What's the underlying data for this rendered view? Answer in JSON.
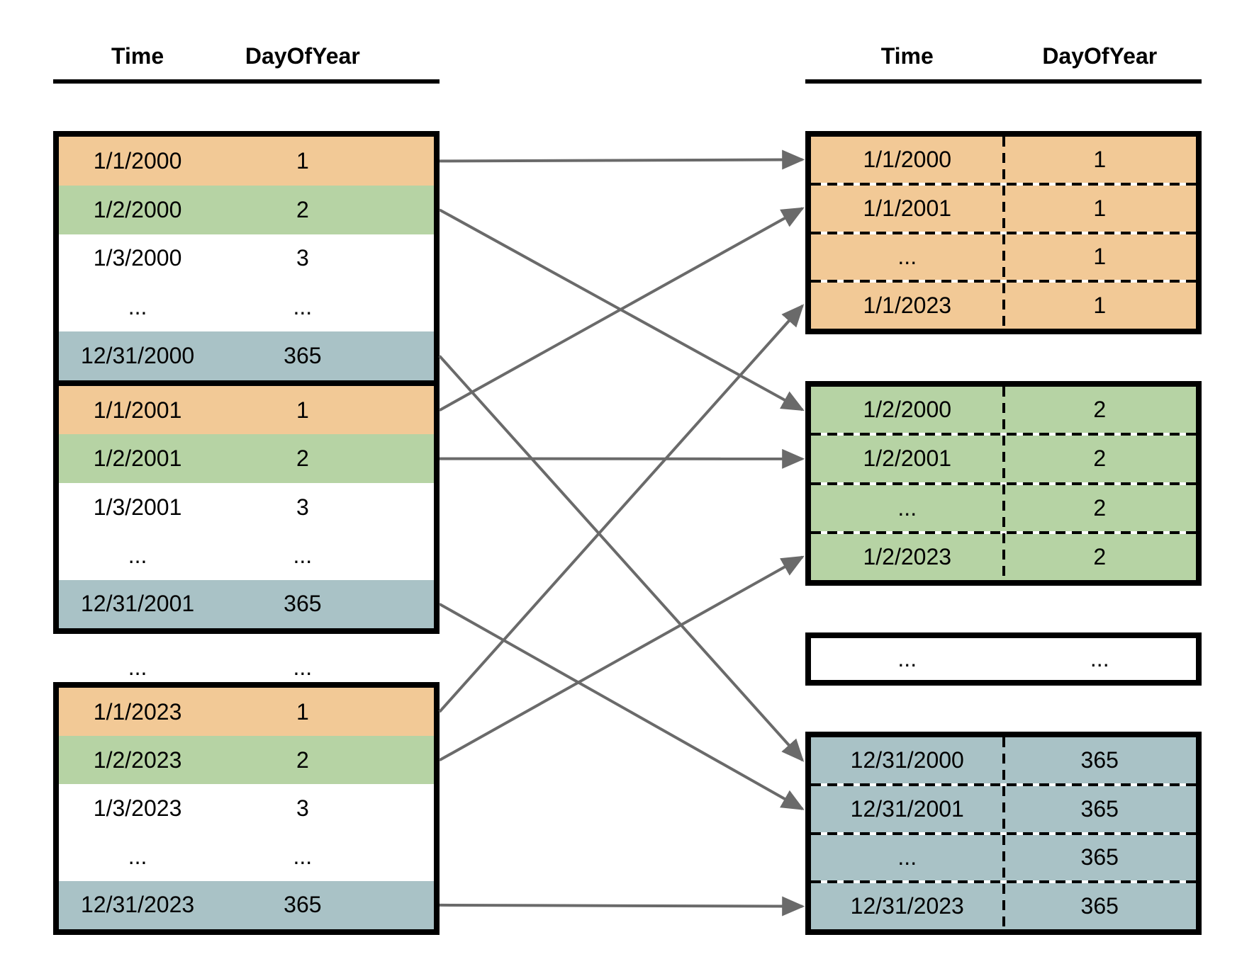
{
  "colors": {
    "orange": "#f2c996",
    "green": "#b6d3a4",
    "blue": "#a9c2c6",
    "white": "#ffffff",
    "arrow": "#6a6a6a",
    "border": "#000000"
  },
  "left_header": {
    "time": "Time",
    "day": "DayOfYear"
  },
  "right_header": {
    "time": "Time",
    "day": "DayOfYear"
  },
  "left_divider": {
    "time": "...",
    "day": "..."
  },
  "left_tables": [
    {
      "id": "source-2000",
      "dashed": false,
      "rows": [
        {
          "time": "1/1/2000",
          "day": "1",
          "tone": "orange"
        },
        {
          "time": "1/2/2000",
          "day": "2",
          "tone": "green"
        },
        {
          "time": "1/3/2000",
          "day": "3",
          "tone": "white"
        },
        {
          "time": "...",
          "day": "...",
          "tone": "white"
        },
        {
          "time": "12/31/2000",
          "day": "365",
          "tone": "blue"
        }
      ]
    },
    {
      "id": "source-2001",
      "dashed": false,
      "rows": [
        {
          "time": "1/1/2001",
          "day": "1",
          "tone": "orange"
        },
        {
          "time": "1/2/2001",
          "day": "2",
          "tone": "green"
        },
        {
          "time": "1/3/2001",
          "day": "3",
          "tone": "white"
        },
        {
          "time": "...",
          "day": "...",
          "tone": "white"
        },
        {
          "time": "12/31/2001",
          "day": "365",
          "tone": "blue"
        }
      ]
    },
    {
      "id": "source-2023",
      "dashed": false,
      "rows": [
        {
          "time": "1/1/2023",
          "day": "1",
          "tone": "orange"
        },
        {
          "time": "1/2/2023",
          "day": "2",
          "tone": "green"
        },
        {
          "time": "1/3/2023",
          "day": "3",
          "tone": "white"
        },
        {
          "time": "...",
          "day": "...",
          "tone": "white"
        },
        {
          "time": "12/31/2023",
          "day": "365",
          "tone": "blue"
        }
      ]
    }
  ],
  "right_tables": [
    {
      "id": "group-day1",
      "dashed": true,
      "tone": "orange",
      "rows": [
        {
          "time": "1/1/2000",
          "day": "1"
        },
        {
          "time": "1/1/2001",
          "day": "1"
        },
        {
          "time": "...",
          "day": "1"
        },
        {
          "time": "1/1/2023",
          "day": "1"
        }
      ]
    },
    {
      "id": "group-day2",
      "dashed": true,
      "tone": "green",
      "rows": [
        {
          "time": "1/2/2000",
          "day": "2"
        },
        {
          "time": "1/2/2001",
          "day": "2"
        },
        {
          "time": "...",
          "day": "2"
        },
        {
          "time": "1/2/2023",
          "day": "2"
        }
      ]
    },
    {
      "id": "group-ellipsis",
      "dashed": false,
      "tone": "white",
      "rows": [
        {
          "time": "...",
          "day": "..."
        }
      ]
    },
    {
      "id": "group-day365",
      "dashed": true,
      "tone": "blue",
      "rows": [
        {
          "time": "12/31/2000",
          "day": "365"
        },
        {
          "time": "12/31/2001",
          "day": "365"
        },
        {
          "time": "...",
          "day": "365"
        },
        {
          "time": "12/31/2023",
          "day": "365"
        }
      ]
    }
  ],
  "arrows": [
    {
      "from": "source-2000:0",
      "to": "group-day1:0"
    },
    {
      "from": "source-2000:1",
      "to": "group-day2:0"
    },
    {
      "from": "source-2000:4",
      "to": "group-day365:0"
    },
    {
      "from": "source-2001:0",
      "to": "group-day1:1"
    },
    {
      "from": "source-2001:1",
      "to": "group-day2:1"
    },
    {
      "from": "source-2001:4",
      "to": "group-day365:1"
    },
    {
      "from": "source-2023:0",
      "to": "group-day1:3"
    },
    {
      "from": "source-2023:1",
      "to": "group-day2:3"
    },
    {
      "from": "source-2023:4",
      "to": "group-day365:3"
    }
  ]
}
